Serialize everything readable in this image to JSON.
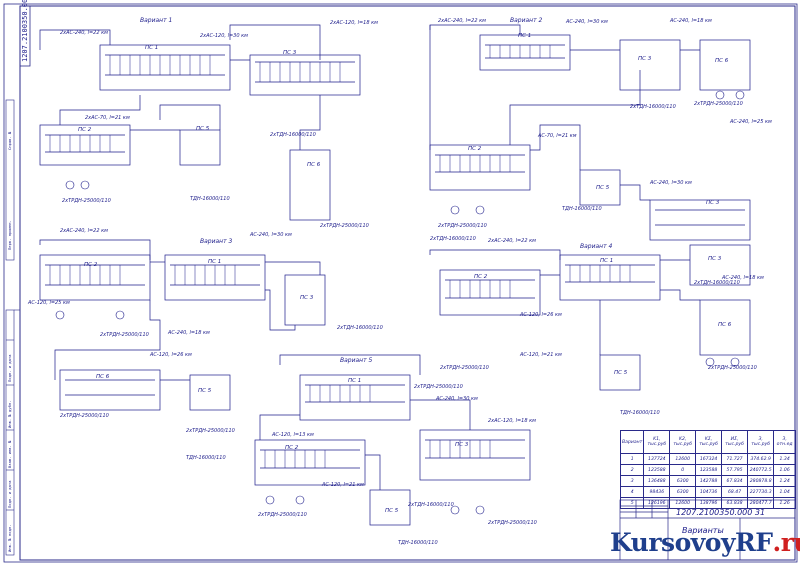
{
  "doc_code": "1207.2100350.000 31",
  "stamp": {
    "code": "1207.2100350.000 31",
    "title_line1": "Варианты",
    "title_line2": ""
  },
  "watermark": {
    "main": "KursovoyRF",
    "accent": ".ru"
  },
  "variants": [
    "Вариант 1",
    "Вариант 2",
    "Вариант 3",
    "Вариант 4",
    "Вариант 5"
  ],
  "substations": [
    "ПС 1",
    "ПС 2",
    "ПС 3",
    "ПС 5",
    "ПС 6"
  ],
  "line_labels": {
    "l1": "2хАС-240, l=22 км",
    "l2": "2хАС-120, l=30 км",
    "l3": "2хАС-120, l=18 км",
    "l4": "2хАС-70, l=21 км",
    "l5": "2хТРДН-25000/110",
    "l6": "ТДН-16000/110",
    "l7": "2хТДН-16000/110",
    "l8": "2хТРДН-25000/110",
    "l9": "2хАС-240, l=22 км",
    "l10": "АС-240, l=30 км",
    "l11": "АС-240, l=18 км",
    "l12": "2хТДН-16000/110",
    "l13": "2хТРДН-25000/110",
    "l14": "АС-240, l=25 км",
    "l15": "АС-70, l=21 км",
    "l16": "2хТРДН-25000/110",
    "l17": "ТДН-16000/110",
    "l18": "АС-240, l=30 км",
    "l19": "2хТДН-16000/110",
    "l20": "2хАС-240, l=22 км",
    "l21": "АС-240, l=30 км",
    "l22": "АС-120, l=25 км",
    "l23": "2хТРДН-25000/110",
    "l24": "АС-240, l=18 км",
    "l25": "АС-120, l=26 км",
    "l26": "2хТДН-16000/110",
    "l27": "2хТРДН-25000/110",
    "l28": "АС-120, l=26 км",
    "l29": "АС-120, l=21 км",
    "l30": "2хТРДН-25000/110",
    "l31": "ТДН-16000/110",
    "l32": "2хТРДН-25000/110",
    "l33": "2хАС-240, l=22 км",
    "l34": "АС-240, l=18 км",
    "l35": "2хТДН-16000/110",
    "l36": "2хТРДН-25000/110",
    "l37": "ТДН-16000/110",
    "l38": "2хТРДН-25000/110",
    "l39": "АС-240, l=30 км",
    "l40": "2хАС-120, l=18 км",
    "l41": "АС-120, l=13 км",
    "l42": "АС-120, l=21 км",
    "l43": "2хТРДН-25000/110",
    "l44": "2хТДН-16000/110",
    "l45": "2хТРДН-25000/110",
    "l46": "ТДН-16000/110"
  },
  "results_table": {
    "headers": [
      "Вариант",
      "K1, тыс.руб",
      "K2, тыс.руб",
      "KΣ, тыс.руб",
      "ИΣ, тыс.руб",
      "З, тыс.руб",
      "З, отн.ед"
    ],
    "rows": [
      [
        "1",
        "137724",
        "12600",
        "167324",
        "71.727",
        "374.62.9",
        "1.34"
      ],
      [
        "2",
        "123588",
        "0",
        "123588",
        "57.795",
        "240772.5",
        "1.06"
      ],
      [
        "3",
        "136488",
        "6300",
        "142788",
        "67.834",
        "280878.8",
        "1.24"
      ],
      [
        "4",
        "98436",
        "6300",
        "104736",
        "68.47",
        "227730.3",
        "1.04"
      ],
      [
        "5",
        "126196",
        "12600",
        "138796",
        "63.838",
        "280477.7",
        "1.26"
      ]
    ]
  },
  "margin_labels": {
    "m1": "Справ. №",
    "m2": "Перв. примен.",
    "m3": "Подп. и дата",
    "m4": "Инв. № дубл.",
    "m5": "Взам. инв. №",
    "m6": "Подп. и дата",
    "m7": "Инв. № подл."
  },
  "colors": {
    "ink": "#1c1c8a",
    "frame": "#2a2a8a"
  }
}
